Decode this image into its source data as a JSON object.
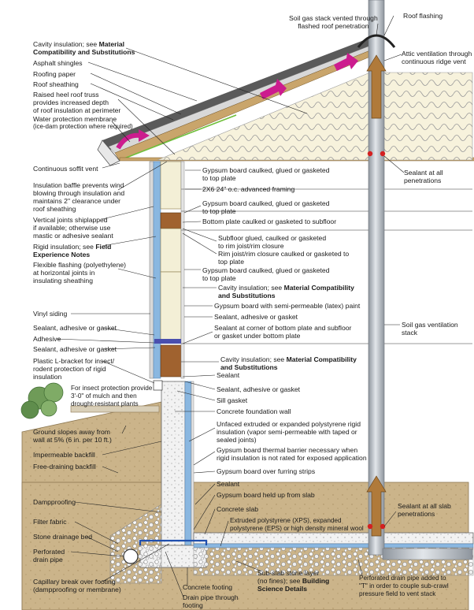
{
  "labels": {
    "cavity_top_a": "Cavity insulation; see ",
    "cavity_top_b": "Material",
    "cavity_top_c": "Compatibility and Substitutions",
    "asphalt": "Asphalt shingles",
    "roofing_paper": "Roofing paper",
    "roof_sheathing": "Roof sheathing",
    "raised_heel": "Raised heel roof truss\nprovides increased depth\nof roof insulation at perimeter",
    "water_protection": "Water protection membrane",
    "ice_dam": "(ice-dam protection where required)",
    "soffit_vent": "Continuous soffit vent",
    "baffle": "Insulation baffle prevents wind\nblowing through insulation and\nmaintains 2\" clearance under\nroof sheathing",
    "vertical_joints": "Vertical joints shiplapped\nif available; otherwise use\nmastic or adhesive sealant",
    "rigid_a": "Rigid insulation; see ",
    "rigid_b": "Field",
    "rigid_c": "Experience Notes",
    "flexible_flashing": "Flexible flashing (polyethylene)\nat horizontal joints in\ninsulating sheathing",
    "vinyl_siding": "Vinyl siding",
    "sealant_left_1": "Sealant, adhesive or gasket",
    "adhesive": "Adhesive",
    "sealant_left_2": "Sealant, adhesive or gasket",
    "plastic_bracket": "Plastic L-bracket for insect/\nrodent protection of rigid\ninsulation",
    "mulch": "For insect protection provide\n3'-0\" of mulch and then\ndrought-resistant plants",
    "ground_slopes": "Ground slopes away from\nwall at 5% (6 in. per 10 ft.)",
    "impermeable_backfill": "Impermeable backfill",
    "free_draining": "Free-draining backfill",
    "dampproofing": "Dampproofing",
    "filter_fabric": "Filter fabric",
    "stone_drainage": "Stone drainage bed",
    "perforated_drain": "Perforated\ndrain pipe",
    "capillary_break": "Capillary break over footing\n(dampproofing or membrane)",
    "soil_gas_stack_top": "Soil gas stack vented through\nflashed roof penetration",
    "roof_flashing": "Roof flashing",
    "attic_ventilation": "Attic ventilation through\ncontinuous ridge vent",
    "sealant_all_pen": "Sealant at all\npenetrations",
    "gyp_top_plate_1": "Gypsum board caulked, glued or gasketed\nto top plate",
    "framing": "2X6 24\" o.c. advanced framing",
    "gyp_top_plate_2": "Gypsum board caulked, glued or gasketed\nto top plate",
    "bottom_plate": "Bottom plate caulked or gasketed to subfloor",
    "subfloor": "Subfloor glued, caulked or gasketed\nto rim joist/rim closure",
    "rim_joist": "Rim joist/rim closure caulked or gasketed to\ntop plate",
    "gyp_top_plate_3": "Gypsum board caulked, glued or gasketed\nto top plate",
    "cavity_mid_a": "Cavity insulation; see ",
    "cavity_mid_b": "Material Compatibility",
    "cavity_mid_c": "and Substitutions",
    "gyp_semi": "Gypsum board with semi-permeable (latex) paint",
    "sealant_right_1": "Sealant, adhesive or gasket",
    "sealant_corner": "Sealant at corner of bottom plate and subfloor\nor gasket under bottom plate",
    "soil_gas_vent_stack": "Soil gas ventilation\nstack",
    "cavity_low_a": "Cavity insulation; see ",
    "cavity_low_b": "Material Compatibility",
    "cavity_low_c": "and Substitutions",
    "sealant_right_2": "Sealant",
    "sealant_right_3": "Sealant, adhesive or gasket",
    "sill_gasket": "Sill gasket",
    "concrete_wall": "Concrete foundation wall",
    "unfaced_xps": "Unfaced extruded or expanded polystyrene rigid\ninsulation (vapor semi-permeable with taped or\nsealed joints)",
    "gyp_thermal": "Gypsum board thermal barrier necessary when\nrigid insulation is not rated for exposed application",
    "gyp_furring": "Gypsum board over furring strips",
    "sealant_right_4": "Sealant",
    "gyp_held_up": "Gypsum board held up from slab",
    "concrete_slab": "Concrete slab",
    "slab_insulation": "Extruded polystyrene (XPS), expanded\npolystyrene (EPS) or high density mineral wool",
    "sealant_slab_pen": "Sealant at all slab\npenetrations",
    "sub_slab_a": "Sub-slab stone layer\n(no fines); see ",
    "sub_slab_b": "Building\nScience Details",
    "concrete_footing": "Concrete footing",
    "drain_through": "Drain pipe through\nfooting",
    "perforated_t": "Perforated drain pipe added to\n\"T\" in order to couple sub-crawl\npressure field to vent stack"
  },
  "colors": {
    "soil": "#cbb48a",
    "stack": "#b9bfc6",
    "air_arrow": "#cc1c8e",
    "stack_arrow": "#b07a3a",
    "insulation_fill": "#f6f1dc",
    "sealant_dot": "#d42020",
    "rigid_insulation": "#8ab7e0",
    "gravel": "#e4e4e4"
  }
}
